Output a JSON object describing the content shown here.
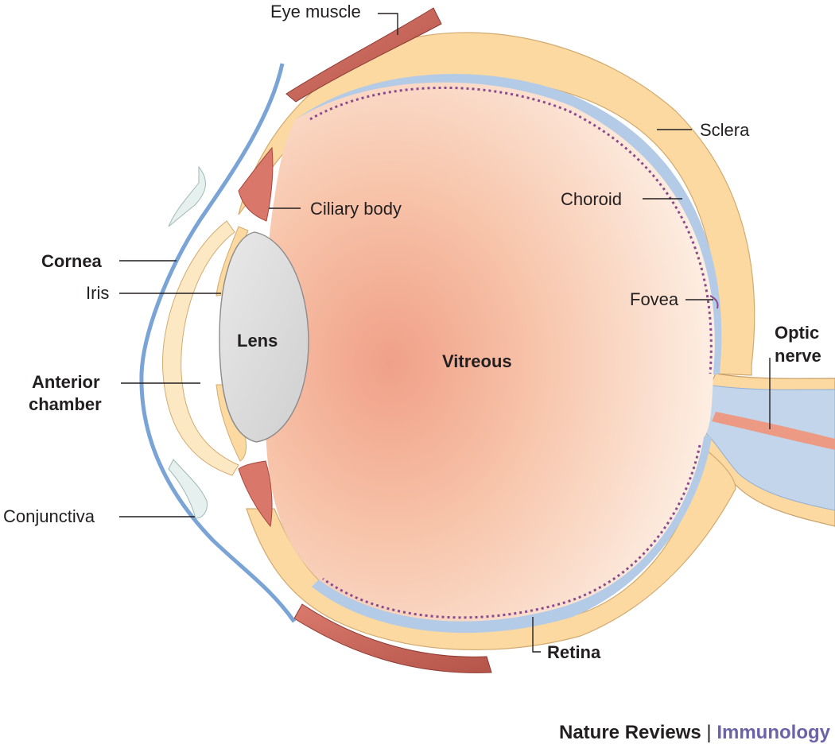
{
  "diagram": {
    "labels": {
      "eye_muscle": "Eye muscle",
      "sclera": "Sclera",
      "ciliary_body": "Ciliary body",
      "choroid": "Choroid",
      "cornea": "Cornea",
      "iris": "Iris",
      "fovea": "Fovea",
      "lens": "Lens",
      "optic_nerve_line1": "Optic",
      "optic_nerve_line2": "nerve",
      "vitreous": "Vitreous",
      "anterior_chamber_line1": "Anterior",
      "anterior_chamber_line2": "chamber",
      "conjunctiva": "Conjunctiva",
      "retina": "Retina"
    },
    "colors": {
      "sclera": "#fbd9a0",
      "choroid": "#b3cbe6",
      "retina_dots": "#8b4a8c",
      "vitreous_center": "#f1a58c",
      "vitreous_edge": "#fbe6d6",
      "lens": "#dcdcdc",
      "muscle": "#c9695f",
      "conjunctiva_blue": "#7aa3d6",
      "conjunctiva_pale": "#e6f0ef",
      "optic_nerve": "#c3d5ea"
    }
  },
  "credit": {
    "publisher": "Nature Reviews",
    "separator": "|",
    "journal": "Immunology"
  }
}
